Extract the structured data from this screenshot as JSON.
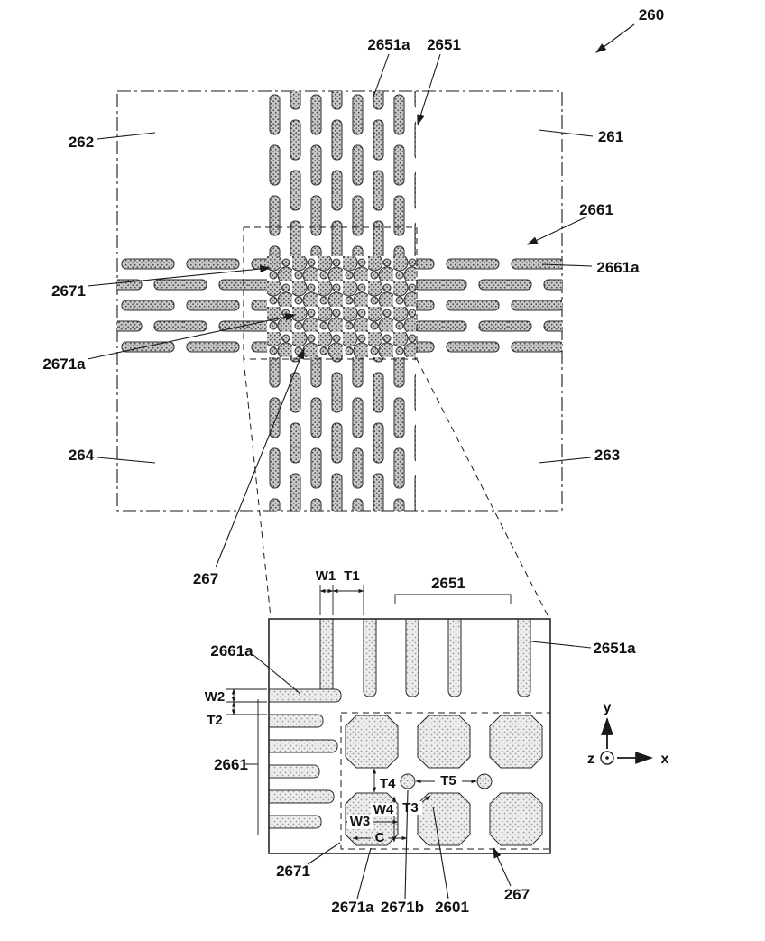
{
  "overview": {
    "labels": {
      "n260": "260",
      "n2651a": "2651a",
      "n2651": "2651",
      "n262": "262",
      "n261": "261",
      "n2661": "2661",
      "n2661a": "2661a",
      "n2671": "2671",
      "n2671a": "2671a",
      "n264": "264",
      "n263": "263",
      "n267": "267"
    }
  },
  "detail": {
    "labels": {
      "n2651": "2651",
      "n2651a": "2651a",
      "n2661": "2661",
      "n2661a": "2661a",
      "n2671": "2671",
      "n2671a": "2671a",
      "n2671b": "2671b",
      "n2601": "2601",
      "n267": "267"
    },
    "dimensions": {
      "w1": "W1",
      "t1": "T1",
      "w2": "W2",
      "t2": "T2",
      "w3": "W3",
      "w4": "W4",
      "t3": "T3",
      "t4": "T4",
      "t5": "T5",
      "c": "C"
    },
    "axes": {
      "x": "x",
      "y": "y",
      "z": "z"
    }
  },
  "colors": {
    "ink": "#1a1a1a",
    "hatch_fill": "#c9c9c9",
    "detail_fill": "#ededed",
    "background": "#ffffff"
  }
}
